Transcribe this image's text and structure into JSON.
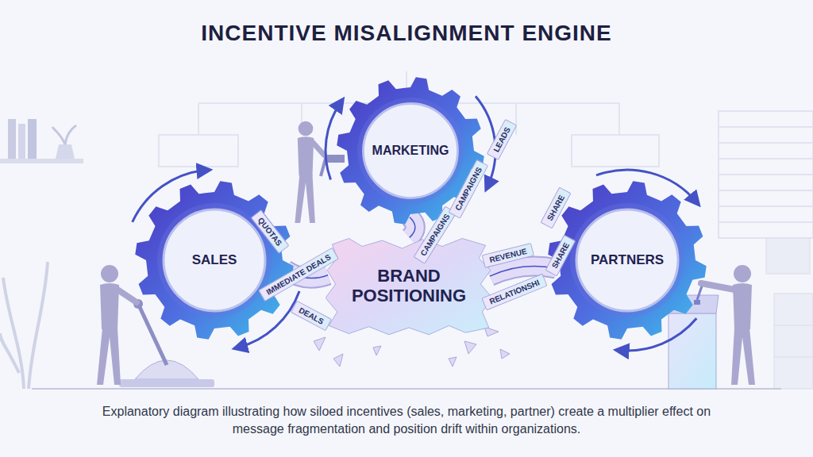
{
  "diagram": {
    "title": "INCENTIVE MISALIGNMENT ENGINE",
    "caption": "Explanatory diagram illustrating how siloed incentives (sales, marketing, partner) create a multiplier effect on message fragmentation and position drift within organizations.",
    "nodes": [
      {
        "text": [
          "SALES"
        ]
      },
      {
        "text": [
          "MARKETING"
        ]
      },
      {
        "text": [
          "BRAND POSITIONING"
        ]
      },
      {
        "text": [
          "PARTNERS"
        ]
      }
    ],
    "edges": [
      {
        "from": 0,
        "to": 2,
        "arrow": "none"
      },
      {
        "from": 1,
        "to": 2,
        "arrow": "none"
      },
      {
        "from": 3,
        "to": 2,
        "arrow": "none"
      }
    ],
    "labels": [
      "QUOTAS",
      "IMMEDIATE DEALS",
      "DEALS",
      "CAMPAIGNS",
      "CAMPAIGNS",
      "LEADS",
      "REVENUE",
      "SHARE",
      "RELATIONSHI",
      "SHARE"
    ]
  }
}
